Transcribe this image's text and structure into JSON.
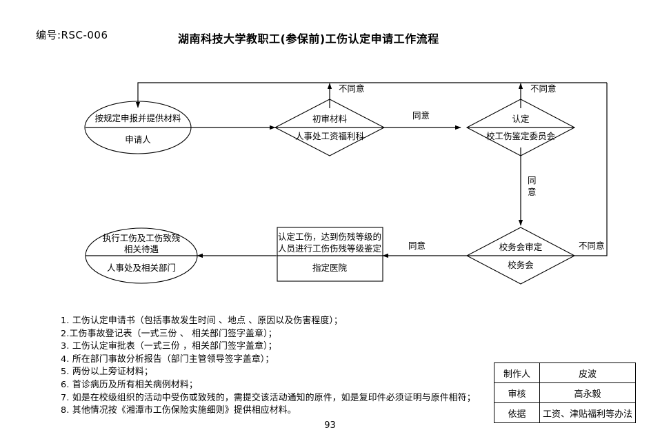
{
  "header": {
    "doc_number": "编号:RSC-006",
    "title": "湖南科技大学教职工(参保前)工伤认定申请工作流程"
  },
  "flowchart": {
    "nodes": [
      {
        "id": "applicant",
        "shape": "ellipse",
        "top_text": "按规定申报并提供材料",
        "bottom_text": "申请人"
      },
      {
        "id": "first-review",
        "shape": "diamond",
        "top_text": "初审材料",
        "bottom_text": "人事处工资福利科"
      },
      {
        "id": "determination",
        "shape": "diamond",
        "top_text": "认定",
        "bottom_text": "校工伤鉴定委员会"
      },
      {
        "id": "school-meeting",
        "shape": "diamond",
        "top_text": "校务会审定",
        "bottom_text": "校务会"
      },
      {
        "id": "hospital-appraisal",
        "shape": "rectangle",
        "top_text_line1": "认定工伤，达到伤残等级的",
        "top_text_line2": "人员进行工伤伤残等级鉴定",
        "bottom_text": "指定医院"
      },
      {
        "id": "execute-benefits",
        "shape": "ellipse",
        "top_text_line1": "执行工伤及工伤致残",
        "top_text_line2": "相关待遇",
        "bottom_text": "人事处及相关部门"
      }
    ],
    "edge_labels": {
      "reject_first_review": "不同意",
      "agree_first_review": "同意",
      "reject_determination": "不同意",
      "agree_determination_line1": "同",
      "agree_determination_line2": "意",
      "reject_school_meeting": "不同意",
      "agree_school_meeting": "同意"
    }
  },
  "notes": [
    "1. 工伤认定申请书（包括事故发生时间 、地点 、原因以及伤害程度）；",
    "2.工伤事故登记表（一式三份 、 相关部门签字盖章）；",
    "3. 工伤认定审批表（一式三份 ，相关部门签字盖章）；",
    "4. 所在部门事故分析报告（部门主管领导签字盖章）；",
    "5. 两份以上旁证材料；",
    "6. 首诊病历及所有相关病例材料；",
    "7. 如是在校级组织的活动中受伤或致残的，需提交该活动通知的原件，如是复印件必须证明与原件相符；",
    "8. 其他情况按《湘潭市工伤保险实施细则》提供相应材料。"
  ],
  "signature_table": {
    "rows": [
      {
        "key": "制作人",
        "value": "皮波"
      },
      {
        "key": "审核",
        "value": "高永毅"
      },
      {
        "key": "依据",
        "value": "工资、津贴福利等办法"
      }
    ]
  },
  "page_number": "93"
}
